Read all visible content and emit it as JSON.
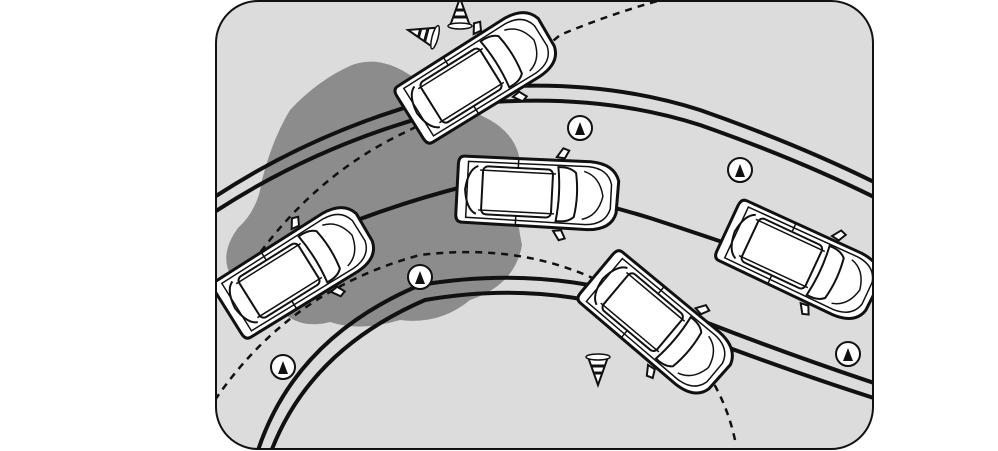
{
  "illustration": {
    "subject": "vehicles-cornering-on-curved-track",
    "palette": {
      "background": "#dcdcdc",
      "frame": "#111111",
      "slick": "#8c8c8c",
      "car_body": "#ffffff",
      "line": "#111111"
    },
    "icons": {
      "car": "car-top-view-icon",
      "cone": "traffic-cone-icon",
      "marker": "track-marker-icon"
    },
    "car_count": 5,
    "cone_count": 3,
    "marker_count": 5
  }
}
